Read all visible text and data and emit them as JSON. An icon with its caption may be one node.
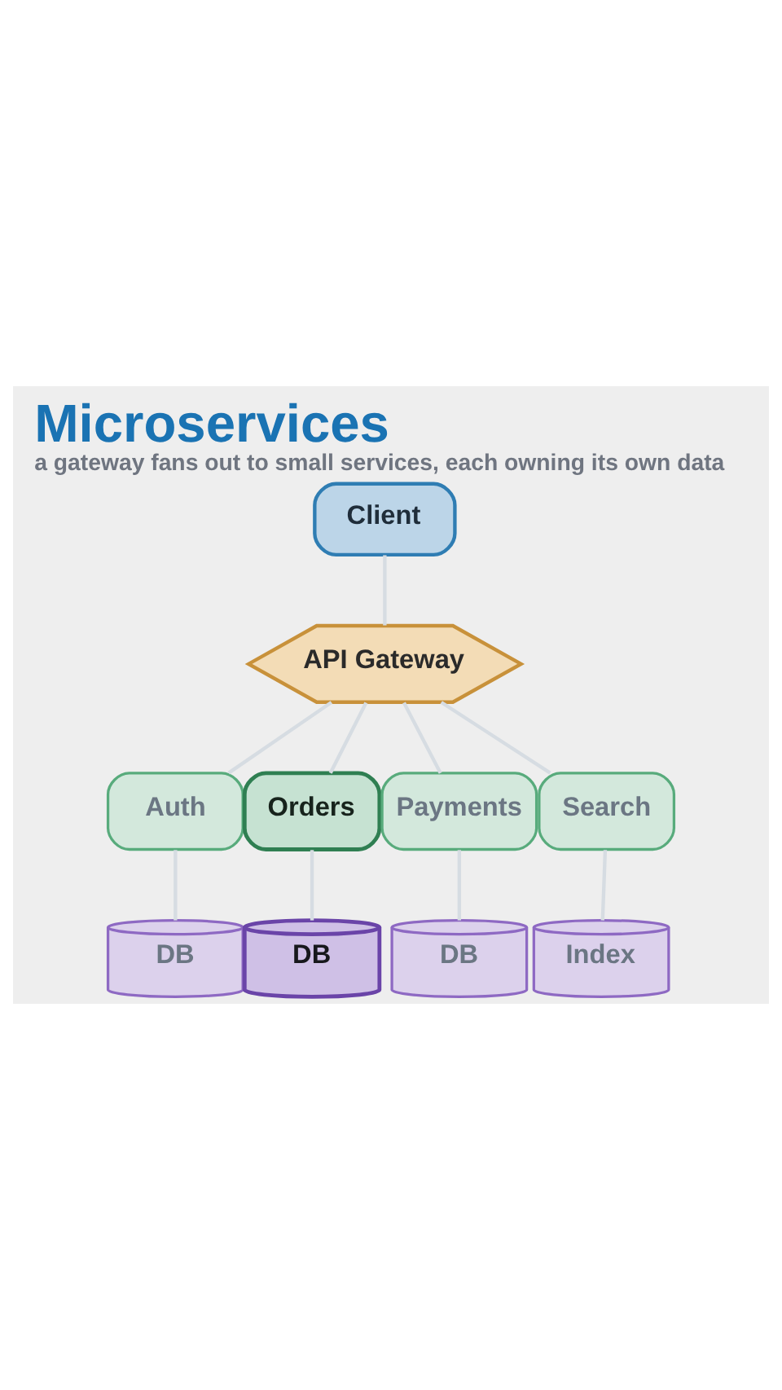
{
  "diagram": {
    "title": "Microservices",
    "caption": "a gateway fans out to small services, each owning its own data",
    "nodes": [
      {
        "text": [
          "Client"
        ]
      },
      {
        "text": [
          "API Gateway"
        ]
      },
      {
        "text": [
          "Auth"
        ]
      },
      {
        "text": [
          "Orders"
        ]
      },
      {
        "text": [
          "Payments"
        ]
      },
      {
        "text": [
          "Search"
        ]
      },
      {
        "text": [
          "DB"
        ]
      },
      {
        "text": [
          "DB"
        ]
      },
      {
        "text": [
          "DB"
        ]
      },
      {
        "text": [
          "Index"
        ]
      }
    ],
    "edges": [
      {
        "from": 0,
        "to": 1,
        "arrow": "none"
      },
      {
        "from": 1,
        "to": 2,
        "arrow": "none"
      },
      {
        "from": 1,
        "to": 3,
        "arrow": "none"
      },
      {
        "from": 1,
        "to": 4,
        "arrow": "none"
      },
      {
        "from": 1,
        "to": 5,
        "arrow": "none"
      },
      {
        "from": 2,
        "to": 6,
        "arrow": "none"
      },
      {
        "from": 3,
        "to": 7,
        "arrow": "none"
      },
      {
        "from": 4,
        "to": 8,
        "arrow": "none"
      },
      {
        "from": 5,
        "to": 9,
        "arrow": "none"
      }
    ]
  }
}
